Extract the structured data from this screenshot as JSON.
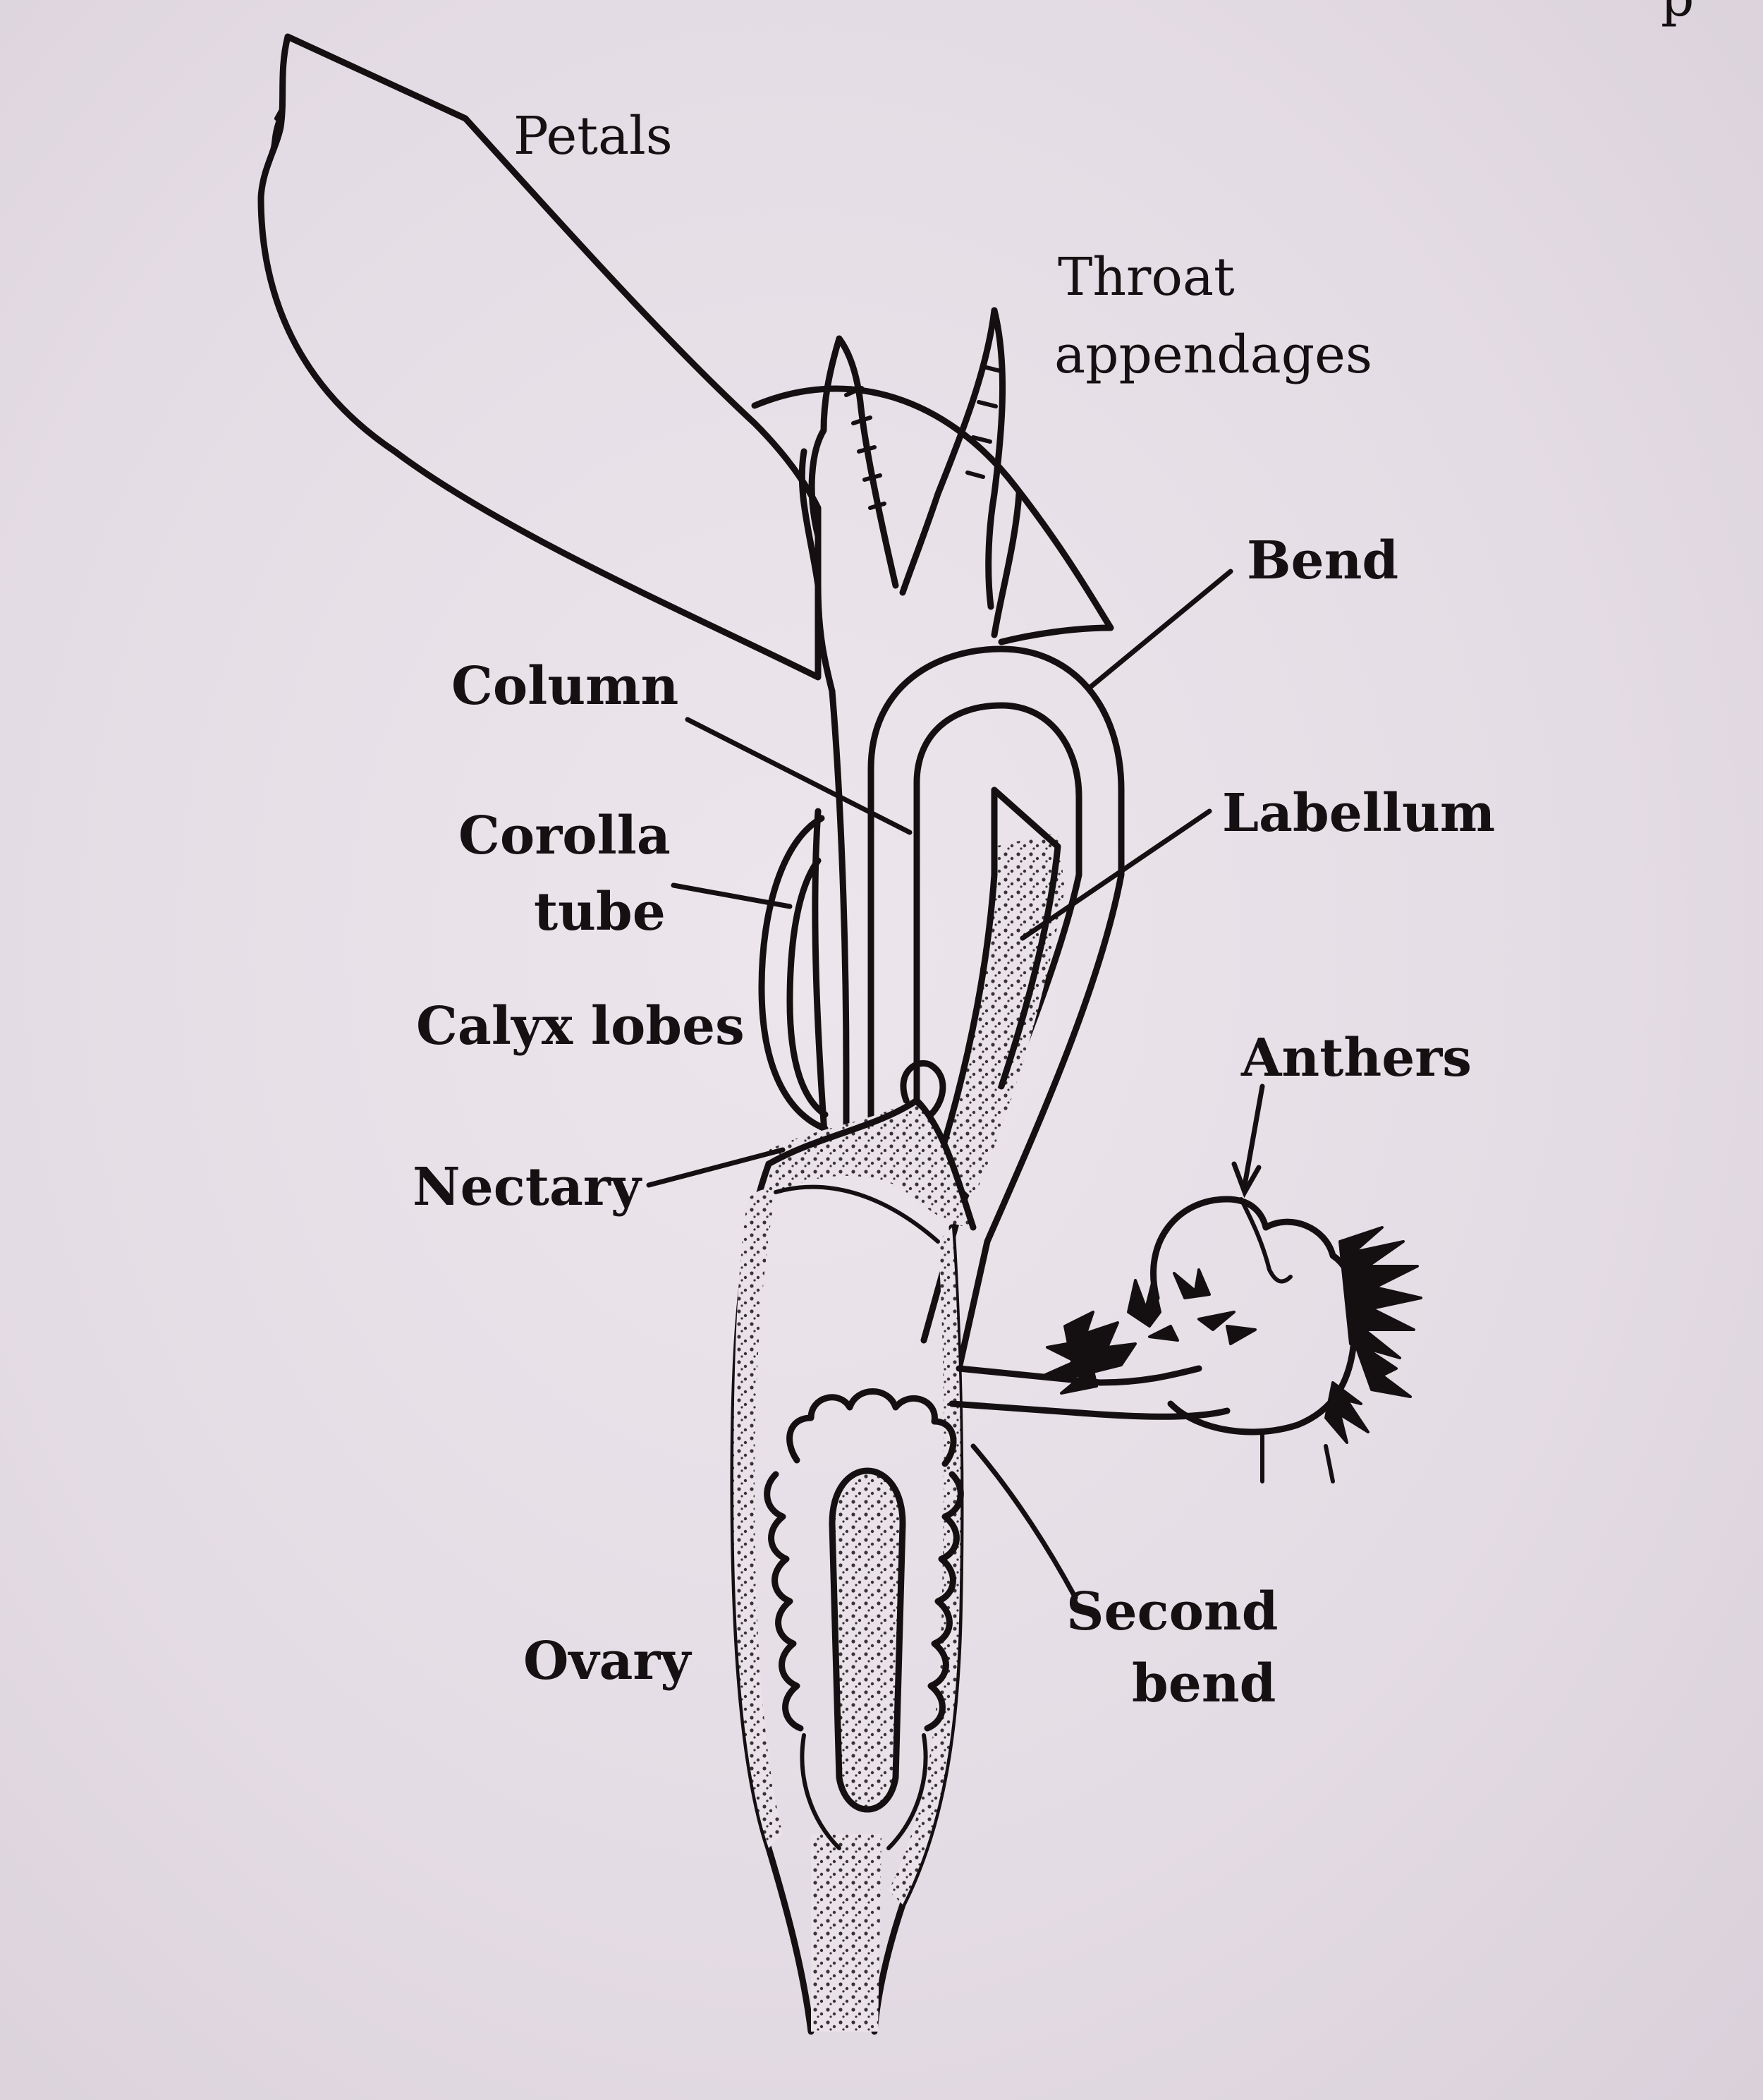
{
  "labels": {
    "petals": "Petals",
    "throat_line1": "Throat",
    "throat_line2": "appendages",
    "bend": "Bend",
    "column": "Column",
    "corolla_line1": "Corolla",
    "corolla_line2": "tube",
    "labellum": "Labellum",
    "calyx": "Calyx lobes",
    "anthers": "Anthers",
    "nectary": "Nectary",
    "second_bend_line1": "Second",
    "second_bend_line2": "bend",
    "ovary": "Ovary",
    "corner_fragment": "p"
  }
}
